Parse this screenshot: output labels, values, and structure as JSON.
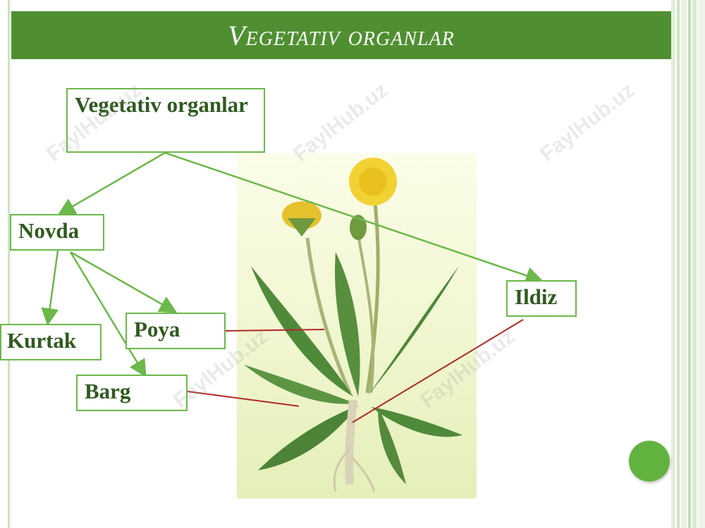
{
  "slide": {
    "title": "Vegetativ organlar",
    "watermark": "FaylHub.uz",
    "accent_color": "#4f8f31",
    "box_border_color": "#6cb84a",
    "pointer_color": "#b12a25"
  },
  "diagram": {
    "root": "Vegetativ organlar",
    "novda": "Novda",
    "ildiz": "Ildiz",
    "kurtak": "Kurtak",
    "poya": "Poya",
    "barg": "Barg"
  },
  "image": {
    "subject": "dandelion-plant"
  }
}
